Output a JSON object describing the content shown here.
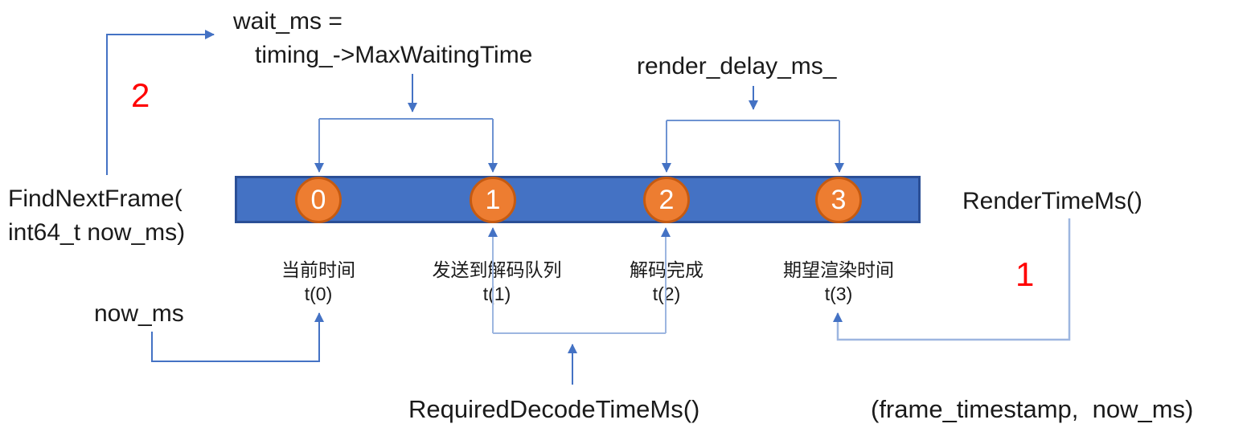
{
  "diagram": {
    "description": "video frame timing diagram",
    "labels": {
      "wait_ms_line1": "wait_ms =",
      "wait_ms_line2": "timing_->MaxWaitingTime",
      "find_next_frame_line1": "FindNextFrame(",
      "find_next_frame_line2": "int64_t now_ms)",
      "render_delay": "render_delay_ms_",
      "render_time": "RenderTimeMs()",
      "now_ms": "now_ms",
      "required_decode": "RequiredDecodeTimeMs()",
      "frame_args": "(frame_timestamp,  now_ms)",
      "step_1": "1",
      "step_2": "2"
    },
    "timeline": {
      "points": [
        {
          "digit": "0",
          "label": "当前时间",
          "time": "t(0)"
        },
        {
          "digit": "1",
          "label": "发送到解码队列",
          "time": "t(1)"
        },
        {
          "digit": "2",
          "label": "解码完成",
          "time": "t(2)"
        },
        {
          "digit": "3",
          "label": "期望渲染时间",
          "time": "t(3)"
        }
      ]
    },
    "colors": {
      "bar_fill": "#4472C4",
      "bar_border": "#2B4F96",
      "node_fill": "#ED7D31",
      "node_border": "#C55A11",
      "arrow": "#4472C4",
      "bracket": "#6E93D2",
      "arrow_light": "#9DB6E0",
      "step_number": "#FF0000",
      "text": "#1A1A1A"
    }
  }
}
